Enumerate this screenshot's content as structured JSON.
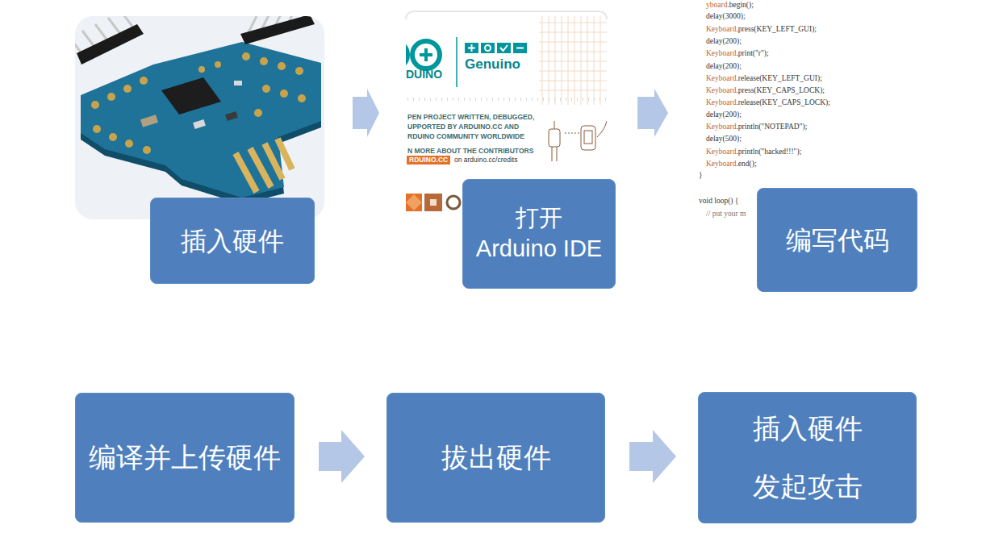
{
  "diagram": {
    "nodes": [
      {
        "text": [
          "插入硬件"
        ]
      },
      {
        "text": [
          "打开 Arduino IDE"
        ]
      },
      {
        "text": [
          "编写代码"
        ]
      },
      {
        "text": [
          "编译并上传硬件"
        ]
      },
      {
        "text": [
          "拔出硬件"
        ]
      },
      {
        "text": [
          "插入硬件 发起攻击"
        ]
      }
    ],
    "edges": [
      {
        "from": 0,
        "to": 1,
        "arrow": "to"
      },
      {
        "from": 1,
        "to": 2,
        "arrow": "to"
      },
      {
        "from": 3,
        "to": 4,
        "arrow": "to"
      },
      {
        "from": 4,
        "to": 5,
        "arrow": "to"
      }
    ],
    "labels": [
      "DUINO",
      "Genuino",
      "PEN PROJECT WRITTEN, DEBUGGED,",
      "UPPORTED BY ARDUINO.CC AND",
      "RDUINO COMMUNITY WORLDWIDE",
      "N MORE ABOUT THE CONTRIBUTORS",
      "RDUINO.CC",
      "on arduino.cc/credits",
      "yboard.begin();",
      "delay(3000);",
      "Keyboard.press(KEY_LEFT_GUI);",
      "delay(200);",
      "Keyboard.print(\"r\");",
      "delay(200);",
      "Keyboard.release(KEY_LEFT_GUI);",
      "Keyboard.press(KEY_CAPS_LOCK);",
      "Keyboard.release(KEY_CAPS_LOCK);",
      "delay(200);",
      "Keyboard.println(\"NOTEPAD\");",
      "delay(500);",
      "Keyboard.println(\"hacked!!!\");",
      "Keyboard.end();",
      "}",
      "void loop() {",
      "// put your m"
    ]
  }
}
